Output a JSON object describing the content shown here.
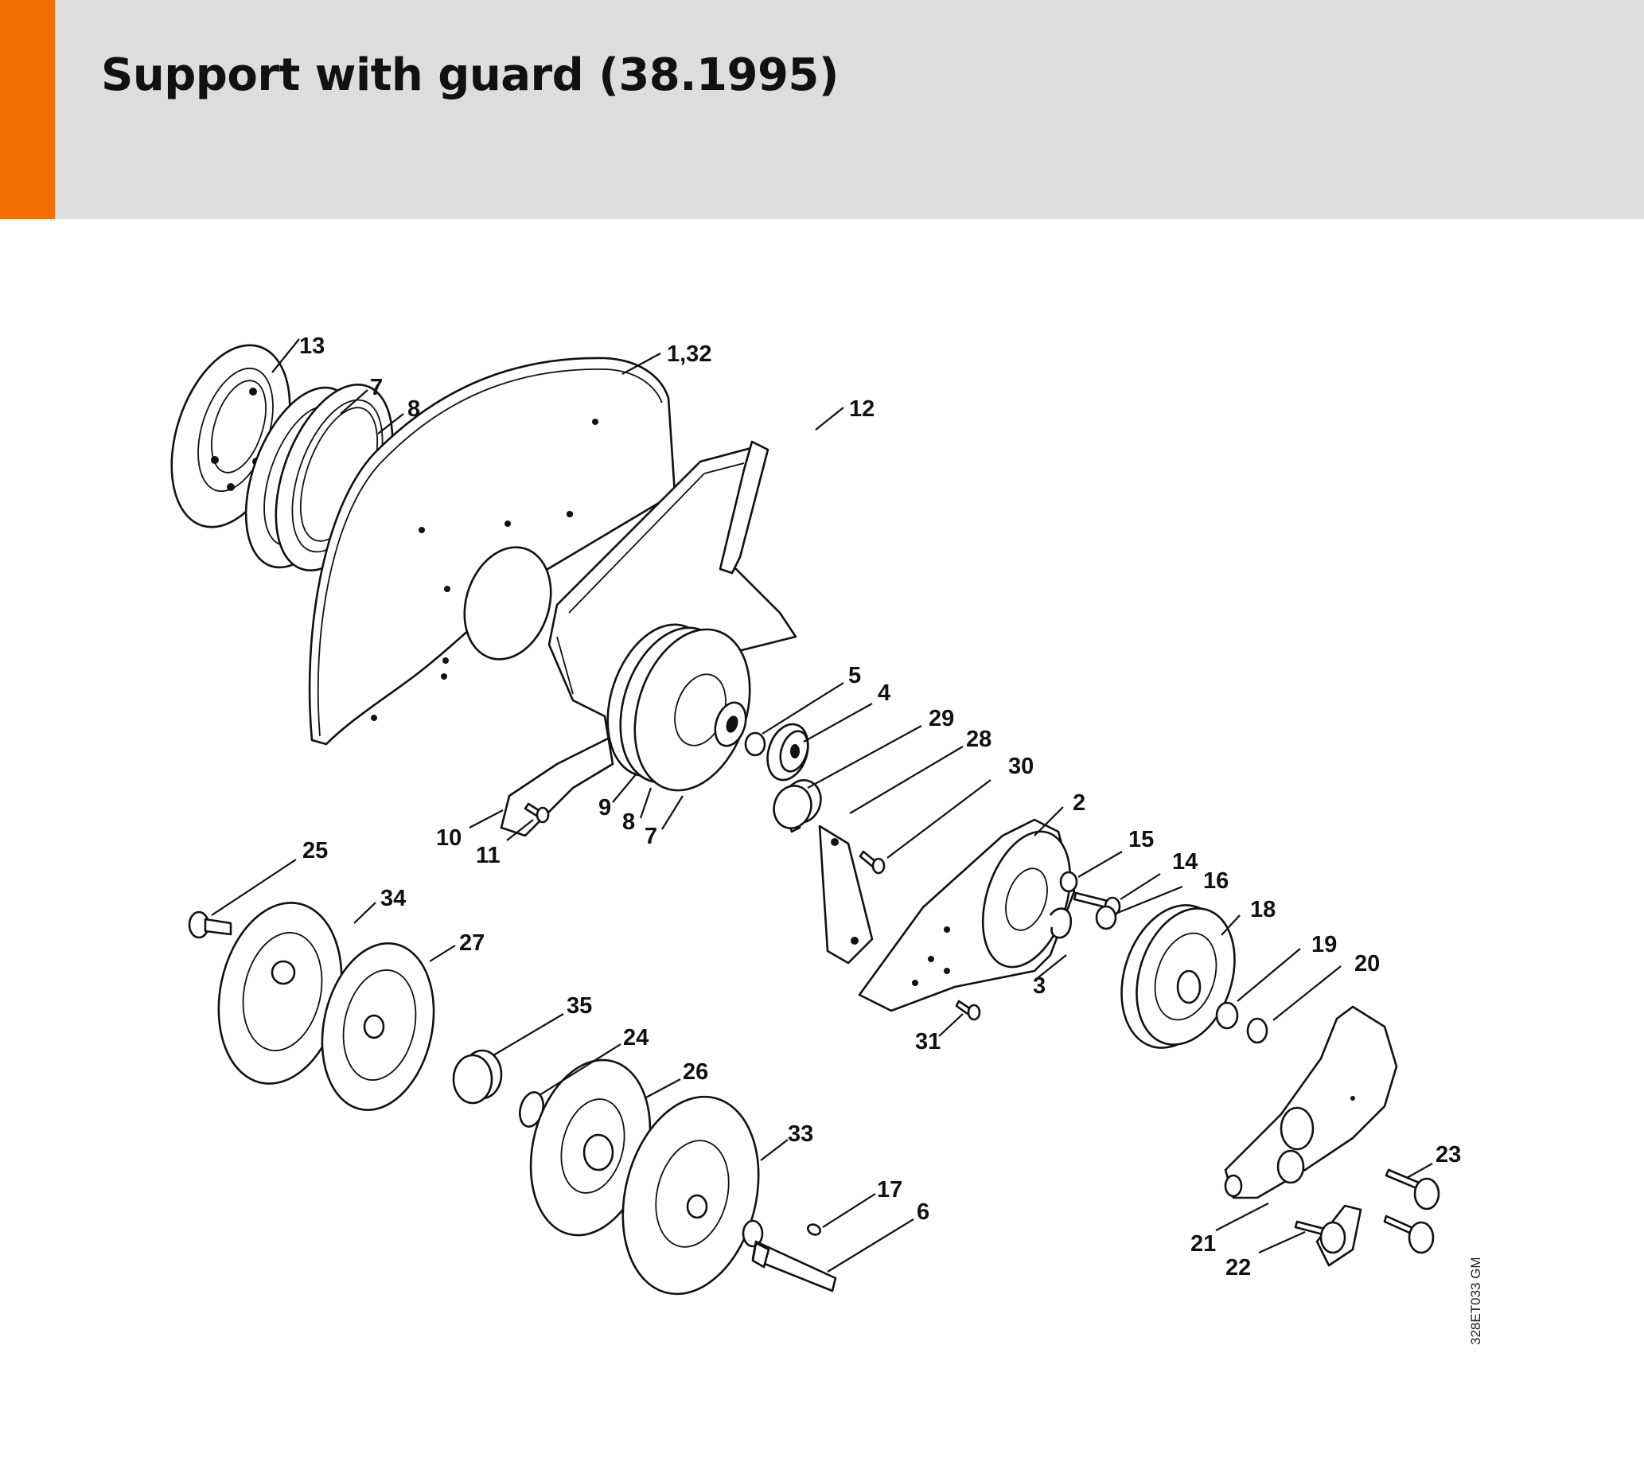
{
  "header": {
    "title": "Support with guard (38.1995)",
    "accent_color": "#f07000",
    "band_color": "#dcdddc"
  },
  "diagram": {
    "drawing_code": "328ET033 GM",
    "part_labels": [
      "13",
      "7",
      "8",
      "1,32",
      "12",
      "5",
      "4",
      "29",
      "28",
      "30",
      "2",
      "15",
      "14",
      "16",
      "18",
      "19",
      "20",
      "9",
      "8",
      "7",
      "10",
      "11",
      "25",
      "34",
      "27",
      "35",
      "24",
      "26",
      "33",
      "17",
      "6",
      "3",
      "31",
      "21",
      "22",
      "23"
    ]
  }
}
